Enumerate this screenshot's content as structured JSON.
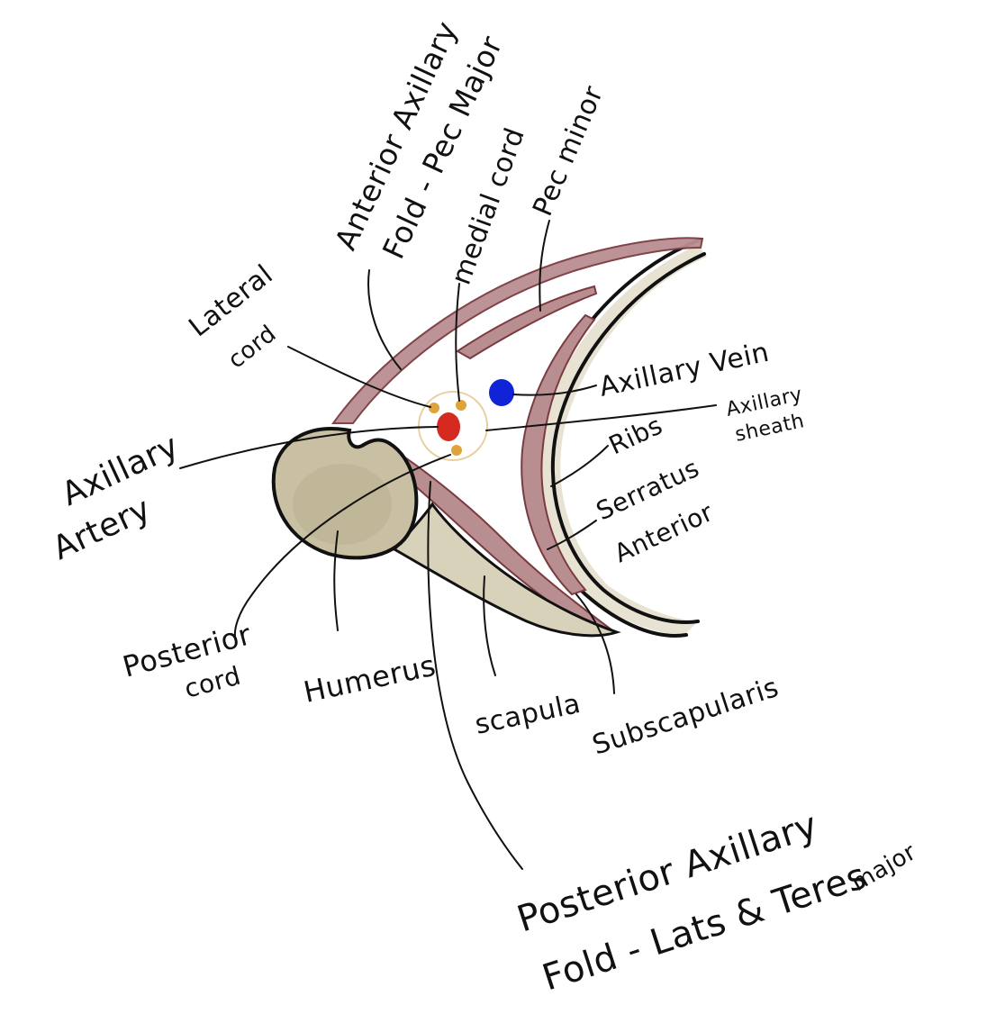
{
  "labels": {
    "anterior_fold_line1": "Anterior Axillary",
    "anterior_fold_line2": "Fold - Pec Major",
    "medial_cord": "medial cord",
    "pec_minor": "Pec minor",
    "lateral_cord_line1": "Lateral",
    "lateral_cord_line2": "cord",
    "axillary_vein": "Axillary Vein",
    "axillary_sheath_line1": "Axillary",
    "axillary_sheath_line2": "sheath",
    "ribs": "Ribs",
    "serratus_line1": "Serratus",
    "serratus_line2": "Anterior",
    "axillary_artery_line1": "Axillary",
    "axillary_artery_line2": "Artery",
    "posterior_cord_line1": "Posterior",
    "posterior_cord_line2": "cord",
    "humerus": "Humerus",
    "scapula": "scapula",
    "subscapularis": "Subscapularis",
    "posterior_fold_line1": "Posterior Axillary",
    "posterior_fold_line2": "Fold - Lats & Teres",
    "teres_major_suffix": "major"
  },
  "colors": {
    "ink": "#111111",
    "muscle": "#b98e91",
    "muscle_dark": "#7a3b40",
    "bone": "#c9c0a3",
    "bone_dark": "#a79d7d",
    "artery": "#d42a1f",
    "vein": "#1023d6",
    "nerve_cord": "#e0a33a",
    "sheath": "#e8cfa0"
  }
}
